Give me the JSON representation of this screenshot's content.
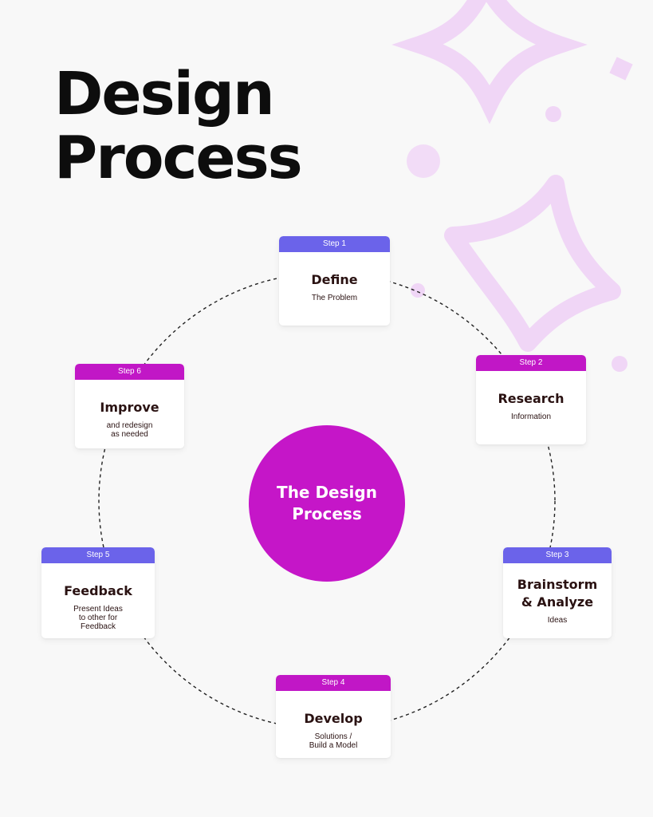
{
  "header": {
    "title_lines": [
      "Design",
      "Process"
    ]
  },
  "hub": {
    "label": "The Design Process"
  },
  "colors": {
    "background": "#f8f8f8",
    "hub": "#c516c8",
    "step_tab_violet": "#6b63ea",
    "step_tab_magenta": "#c117c6",
    "heading_text": "#2a1212",
    "decoration": "#f0d6f6"
  },
  "steps": [
    {
      "tag": "Step 1",
      "title": "Define",
      "subtitle_lines": [
        "The Problem"
      ],
      "tab_color": "violet"
    },
    {
      "tag": "Step 2",
      "title": "Research",
      "subtitle_lines": [
        "Information"
      ],
      "tab_color": "magenta"
    },
    {
      "tag": "Step 3",
      "title": "Brainstorm & Analyze",
      "subtitle_lines": [
        "Ideas"
      ],
      "tab_color": "violet"
    },
    {
      "tag": "Step 4",
      "title": "Develop",
      "subtitle_lines": [
        "Solutions /",
        "Build a Model"
      ],
      "tab_color": "magenta"
    },
    {
      "tag": "Step 5",
      "title": "Feedback",
      "subtitle_lines": [
        "Present Ideas",
        "to other for",
        "Feedback"
      ],
      "tab_color": "violet"
    },
    {
      "tag": "Step 6",
      "title": "Improve",
      "subtitle_lines": [
        "and redesign",
        "as needed"
      ],
      "tab_color": "magenta"
    }
  ]
}
